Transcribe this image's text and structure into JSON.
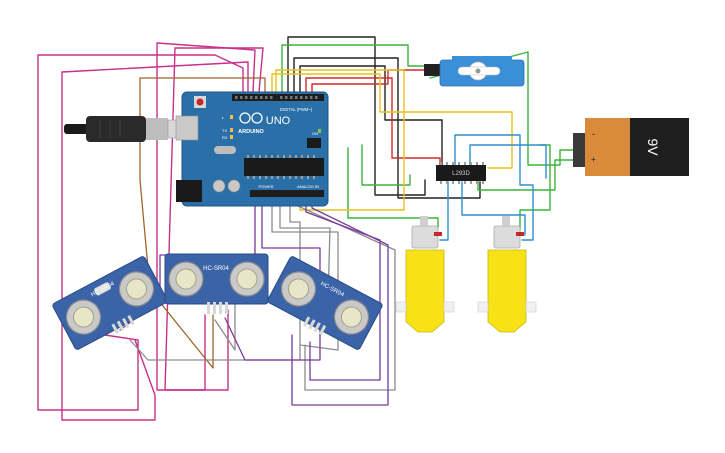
{
  "arduino": {
    "brand": "ARDUINO",
    "model": "UNO",
    "digital_label": "DIGITAL (PWM~)",
    "power_label": "POWER",
    "analog_label": "ANALOG IN",
    "tx_label": "TX",
    "rx_label": "RX",
    "l_label": "L",
    "on_label": "ON"
  },
  "sensors": [
    {
      "label": "HC-SR04"
    },
    {
      "label": "HC-SR04"
    },
    {
      "label": "HC-SR04"
    }
  ],
  "driver_chip": {
    "label": "L293D"
  },
  "battery": {
    "label": "9V",
    "minus": "-",
    "plus": "+"
  },
  "colors": {
    "board": "#2b6fa8",
    "board_dark": "#1f5587",
    "sensor": "#3a63a8",
    "motor_yellow": "#f7e117",
    "servo": "#3a8fd6",
    "battery_orange": "#d98a3a",
    "battery_black": "#1e1e1e",
    "wire_magenta": "#c8308a",
    "wire_purple": "#7a3a9a",
    "wire_green": "#3bb33b",
    "wire_yellow": "#e7c21a",
    "wire_blue": "#2b8fd0",
    "wire_black": "#222222",
    "wire_red": "#d62828",
    "wire_gray": "#8c8c8c",
    "wire_brown": "#a0642c"
  }
}
